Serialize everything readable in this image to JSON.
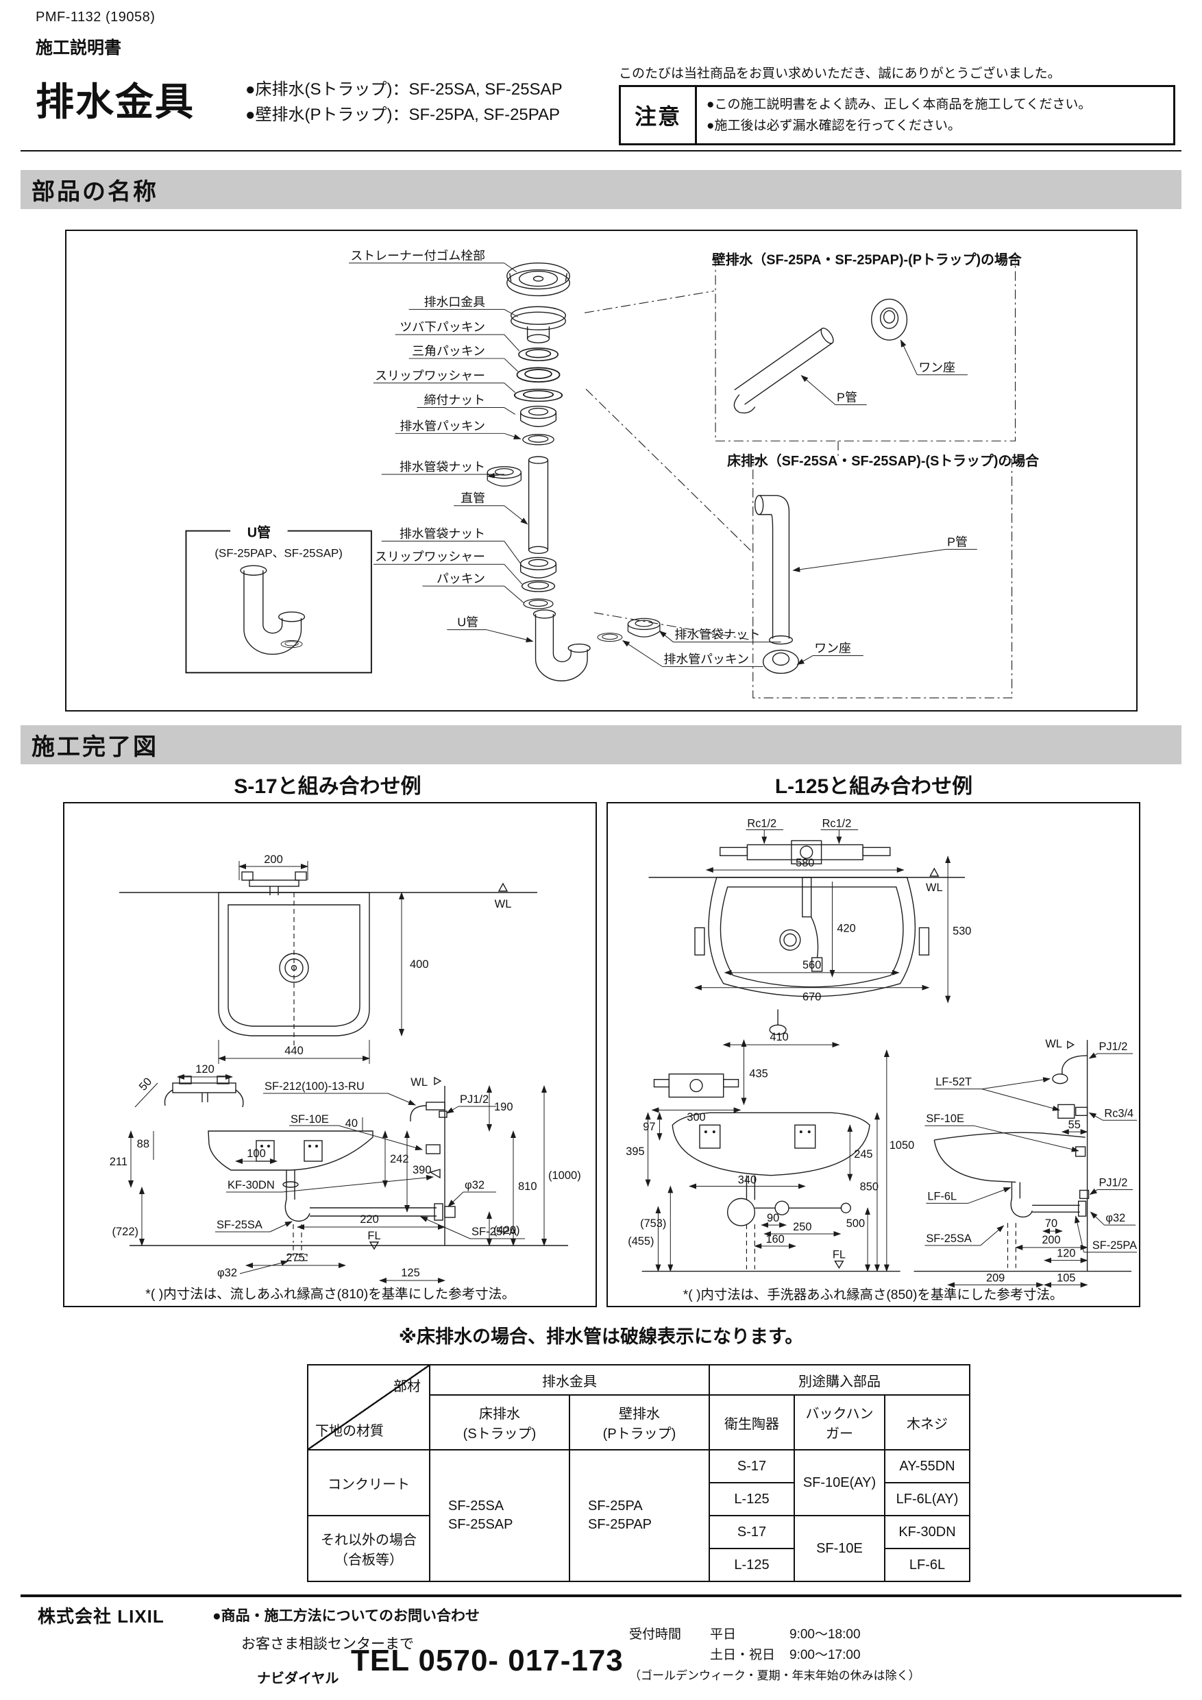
{
  "colors": {
    "bar_gray": "#c9c9c9",
    "line": "#1c1c1c",
    "paper": "#ffffff"
  },
  "header": {
    "code": "PMF-1132 (19058)",
    "doc_type": "施工説明書",
    "title": "排水金具",
    "product_lines": [
      "●床排水(Sトラップ)：SF-25SA, SF-25SAP",
      "●壁排水(Pトラップ)：SF-25PA, SF-25PAP"
    ],
    "thanks": "このたびは当社商品をお買い求めいただき、誠にありがとうございました。",
    "caution": {
      "title": "注意",
      "items": [
        "●この施工説明書をよく読み、正しく本商品を施工してください。",
        "●施工後は必ず漏水確認を行ってください。"
      ]
    }
  },
  "sections": {
    "parts": "部品の名称",
    "completed": "施工完了図"
  },
  "parts": {
    "strainer": "ストレーナー付ゴム栓部",
    "drain_fitting": "排水口金具",
    "tsuba_packing": "ツバ下パッキン",
    "triangle_packing": "三角パッキン",
    "slip_washer1": "スリップワッシャー",
    "tighten_nut": "締付ナット",
    "pipe_packing1": "排水管パッキン",
    "bag_nut1": "排水管袋ナット",
    "straight_pipe": "直管",
    "bag_nut2": "排水管袋ナット",
    "slip_washer2": "スリップワッシャー",
    "packing": "パッキン",
    "u_pipe": "U管",
    "bag_nut3": "排水管袋ナット",
    "pipe_packing2": "排水管パッキン",
    "u_box_title": "U管",
    "u_box_sub": "(SF-25PAP、SF-25SAP)",
    "wall_title": "壁排水（SF-25PA・SF-25PAP)-(Pトラップ)の場合",
    "wall_wanza": "ワン座",
    "wall_p": "P管",
    "floor_title": "床排水（SF-25SA・SF-25SAP)-(Sトラップ)の場合",
    "floor_p": "P管",
    "floor_wanza": "ワン座"
  },
  "s17": {
    "title": "S-17と組み合わせ例",
    "front": {
      "d200": "200",
      "d400": "400",
      "d440": "440",
      "wl": "WL"
    },
    "side": {
      "sf212": "SF-212(100)-13-RU",
      "wl": "WL",
      "pj12": "PJ1/2",
      "sf10e": "SF-10E",
      "kf30dn": "KF-30DN",
      "phi32a": "φ32",
      "sf25pa": "SF-25PA",
      "sf25sa": "SF-25SA",
      "phi32b": "φ32",
      "d50": "50",
      "d120": "120",
      "d40": "40",
      "d190": "190",
      "d88": "88",
      "d211": "211",
      "d100": "100",
      "d242": "242",
      "d390": "390",
      "d1000": "(1000)",
      "d810": "810",
      "d722": "(722)",
      "d420": "(420)",
      "d220": "220",
      "fl": "FL",
      "d275": "275",
      "d125": "125"
    },
    "footnote": "*( )内寸法は、流しあふれ縁高さ(810)を基準にした参考寸法。"
  },
  "l125": {
    "title": "L-125と組み合わせ例",
    "front": {
      "rca": "Rc1/2",
      "rcb": "Rc1/2",
      "d580": "580",
      "d420": "420",
      "d530": "530",
      "d560": "560",
      "d670": "670",
      "wl": "WL"
    },
    "lower": {
      "d410": "410",
      "d435": "435",
      "d300": "300",
      "d97": "97",
      "d395": "395",
      "d340": "340",
      "d245": "245",
      "d1050": "1050",
      "d850": "850",
      "d500": "500",
      "d753": "(753)",
      "d455": "(455)",
      "d90": "90",
      "d250": "250",
      "d160": "160",
      "fl": "FL",
      "wl": "WL",
      "pj_top": "PJ1/2",
      "lf52t": "LF-52T",
      "rc34": "Rc3/4",
      "d55": "55",
      "sf10e": "SF-10E",
      "lf6l": "LF-6L",
      "pj_low": "PJ1/2",
      "phi32": "φ32",
      "sf25sa": "SF-25SA",
      "sf25pa": "SF-25PA",
      "d70": "70",
      "d200": "200",
      "d120": "120",
      "d209": "209",
      "d105": "105"
    },
    "footnote": "*( )内寸法は、手洗器あふれ縁高さ(850)を基準にした参考寸法。"
  },
  "note": "※床排水の場合、排水管は破線表示になります。",
  "table": {
    "corner_top": "部材",
    "corner_bottom": "下地の材質",
    "group_drain": "排水金具",
    "group_separate": "別途購入部品",
    "col_floor": "床排水",
    "col_floor_sub": "(Sトラップ)",
    "col_wall": "壁排水",
    "col_wall_sub": "(Pトラップ)",
    "col_ceramic": "衛生陶器",
    "col_hanger": "バックハンガー",
    "col_screw": "木ネジ",
    "mat_concrete": "コンクリート",
    "mat_other1": "それ以外の場合",
    "mat_other2": "（合板等）",
    "floor_m1": "SF-25SA",
    "floor_m2": "SF-25SAP",
    "wall_m1": "SF-25PA",
    "wall_m2": "SF-25PAP",
    "c_s17a": "S-17",
    "c_l125a": "L-125",
    "c_s17b": "S-17",
    "c_l125b": "L-125",
    "h_ay": "SF-10E(AY)",
    "h_plain": "SF-10E",
    "w_ay55": "AY-55DN",
    "w_lf6lay": "LF-6L(AY)",
    "w_kf30": "KF-30DN",
    "w_lf6l": "LF-6L"
  },
  "footer": {
    "company": "株式会社 LIXIL",
    "inquiry": "●商品・施工方法についてのお問い合わせ",
    "center": "お客さま相談センターまで",
    "navi": "ナビダイヤル",
    "tel": "TEL 0570- 017-173",
    "hours_label": "受付時間",
    "weekday": "平日",
    "weekday_time": "9:00～18:00",
    "weekend": "土日・祝日",
    "weekend_time": "9:00～17:00",
    "hours_note": "（ゴールデンウィーク・夏期・年末年始の休みは除く）"
  }
}
